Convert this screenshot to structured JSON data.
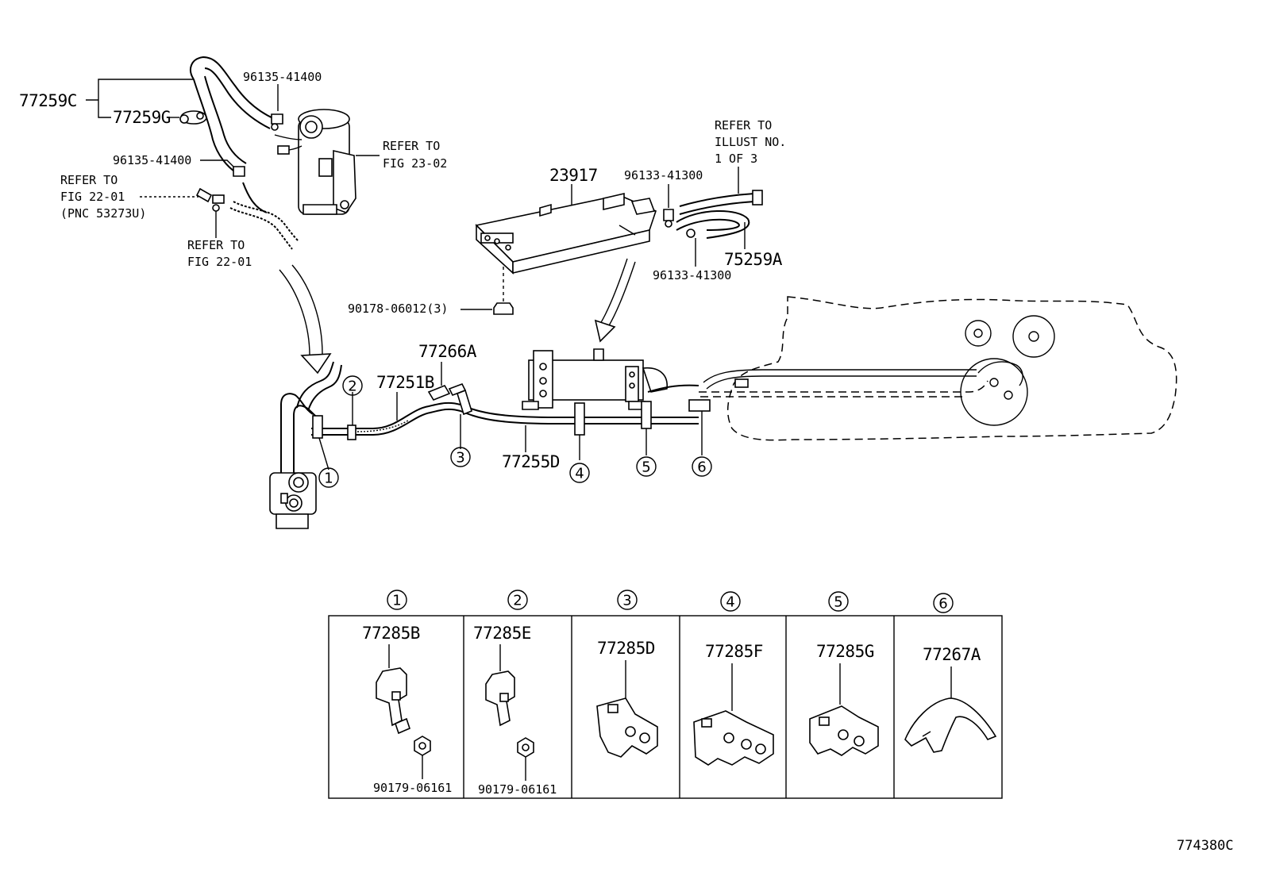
{
  "labels": {
    "p_77259C": "77259C",
    "p_77259G": "77259G",
    "p_96135_top": "96135-41400",
    "p_96135_mid": "96135-41400",
    "refer_fig2302_l1": "REFER TO",
    "refer_fig2302_l2": "FIG 23-02",
    "refer_fig2201a_l1": "REFER TO",
    "refer_fig2201a_l2": "FIG 22-01",
    "refer_fig2201a_l3": "(PNC 53273U)",
    "refer_fig2201b_l1": "REFER TO",
    "refer_fig2201b_l2": "FIG 22-01",
    "refer_illust_l1": "REFER TO",
    "refer_illust_l2": "ILLUST NO.",
    "refer_illust_l3": "1 OF 3",
    "p_23917": "23917",
    "p_96133_top": "96133-41300",
    "p_96133_bot": "96133-41300",
    "p_75259A": "75259A",
    "p_90178": "90178-06012(3)",
    "p_77266A": "77266A",
    "p_77251B": "77251B",
    "p_77255D": "77255D",
    "figure_code": "774380C"
  },
  "callouts": [
    "①",
    "②",
    "③",
    "④",
    "⑤",
    "⑥"
  ],
  "detail_panels": [
    {
      "callout": "①",
      "part": "77285B",
      "nut": "90179-06161"
    },
    {
      "callout": "②",
      "part": "77285E",
      "nut": "90179-06161"
    },
    {
      "callout": "③",
      "part": "77285D",
      "nut": ""
    },
    {
      "callout": "④",
      "part": "77285F",
      "nut": ""
    },
    {
      "callout": "⑤",
      "part": "77285G",
      "nut": ""
    },
    {
      "callout": "⑥",
      "part": "77267A",
      "nut": ""
    }
  ]
}
